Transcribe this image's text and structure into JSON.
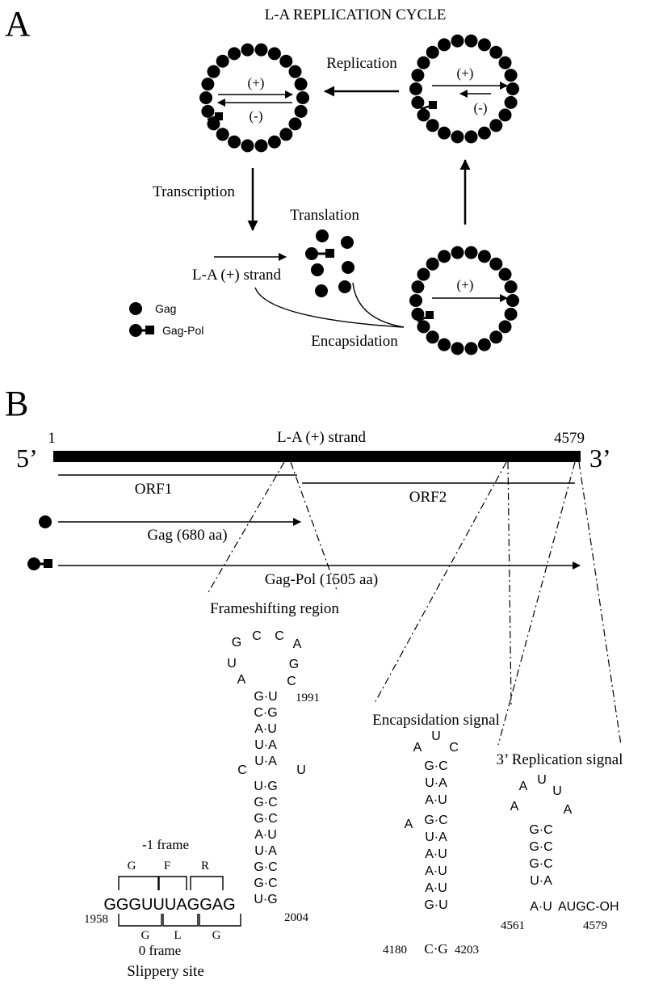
{
  "panel_a": {
    "letter": "A",
    "title": "L-A REPLICATION CYCLE",
    "plus": "(+)",
    "minus": "(-)",
    "replication": "Replication",
    "transcription": "Transcription",
    "translation": "Translation",
    "strand": "L-A (+) strand",
    "encapsidation": "Encapsidation",
    "legend_gag": "Gag",
    "legend_gagpol": "Gag-Pol"
  },
  "panel_b": {
    "letter": "B",
    "five_prime": "5’",
    "three_prime": "3’",
    "start": "1",
    "end": "4579",
    "strand": "L-A (+) strand",
    "orf1": "ORF1",
    "orf2": "ORF2",
    "gag": "Gag (680 aa)",
    "gagpol": "Gag-Pol (1505 aa)",
    "frameshift_region": "Frameshifting region",
    "encapsidation_signal": "Encapsidation signal",
    "replication_signal": "3’ Replication signal",
    "minus1_frame": "-1 frame",
    "zero_frame": "0 frame",
    "slippery_site": "Slippery site",
    "slippery_seq": "GGGUUUAGGAG",
    "codons_minus1": [
      "G",
      "F",
      "R"
    ],
    "codons_zero": [
      "G",
      "L",
      "G"
    ],
    "n1958": "1958",
    "n1991": "1991",
    "n2004": "2004",
    "n4180": "4180",
    "n4203": "4203",
    "n4561": "4561",
    "n4579": "4579",
    "fs_loop": [
      "G",
      "C",
      "C",
      "A",
      "U",
      "G",
      "A",
      "C"
    ],
    "fs_stem_top": [
      "G·U",
      "C·G",
      "A·U",
      "U·A",
      "U·A"
    ],
    "fs_bulge": [
      "C",
      "U"
    ],
    "fs_stem_bottom": [
      "U·G",
      "G·C",
      "G·C",
      "A·U",
      "U·A",
      "G·C",
      "G·C",
      "U·G"
    ],
    "enc_loop": [
      "A",
      "U",
      "C"
    ],
    "enc_stem_top": [
      "G·C",
      "U·A",
      "A·U"
    ],
    "enc_bulge": "A",
    "enc_stem_bottom": [
      "G·C",
      "U·A",
      "A·U",
      "A·U",
      "A·U",
      "G·U"
    ],
    "enc_last": "C·G",
    "rep_loop": [
      "A",
      "U",
      "U",
      "A",
      "A"
    ],
    "rep_stem": [
      "G·C",
      "G·C",
      "G·C",
      "U·A"
    ],
    "rep_last": "A·U",
    "rep_tail": "AUGC-OH"
  }
}
